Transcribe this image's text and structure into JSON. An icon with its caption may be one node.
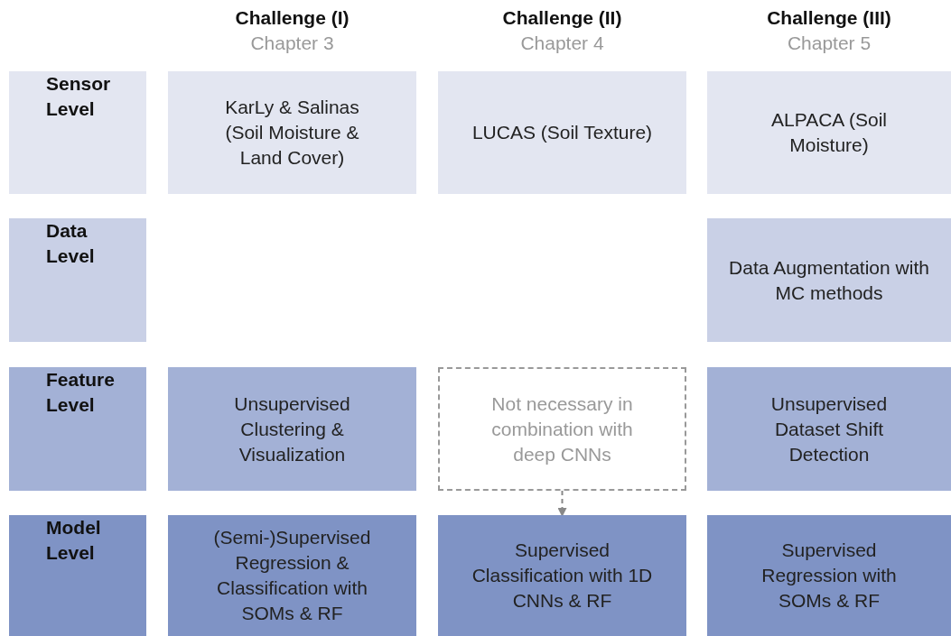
{
  "diagram": {
    "nodes": [
      {
        "text": [
          "Sensor Level"
        ]
      },
      {
        "text": [
          "KarLy & Salinas (Soil Moisture & Land Cover)"
        ]
      },
      {
        "text": [
          "LUCAS (Soil Texture)"
        ]
      },
      {
        "text": [
          "ALPACA (Soil Moisture)"
        ]
      },
      {
        "text": [
          "Data Level"
        ]
      },
      {
        "text": [
          "Data Augmentation with MC methods"
        ]
      },
      {
        "text": [
          "Feature Level"
        ]
      },
      {
        "text": [
          "Unsupervised Clustering & Visualization"
        ]
      },
      {
        "text": [
          "Not necessary in combination with deep CNNs"
        ]
      },
      {
        "text": [
          "Unsupervised Dataset Shift Detection"
        ]
      },
      {
        "text": [
          "Model Level"
        ]
      },
      {
        "text": [
          "(Semi-)Supervised Regression & Classification with SOMs & RF"
        ]
      },
      {
        "text": [
          "Supervised Classification with 1D CNNs & RF"
        ]
      },
      {
        "text": [
          "Supervised Regression with SOMs & RF"
        ]
      }
    ],
    "edges": [
      {
        "from": 8,
        "to": 12,
        "arrow": "to",
        "style": "dashed"
      }
    ],
    "labels": [
      "Challenge (I)",
      "Challenge (II)",
      "Challenge (III)",
      "Chapter 3",
      "Chapter 4",
      "Chapter 5"
    ]
  }
}
